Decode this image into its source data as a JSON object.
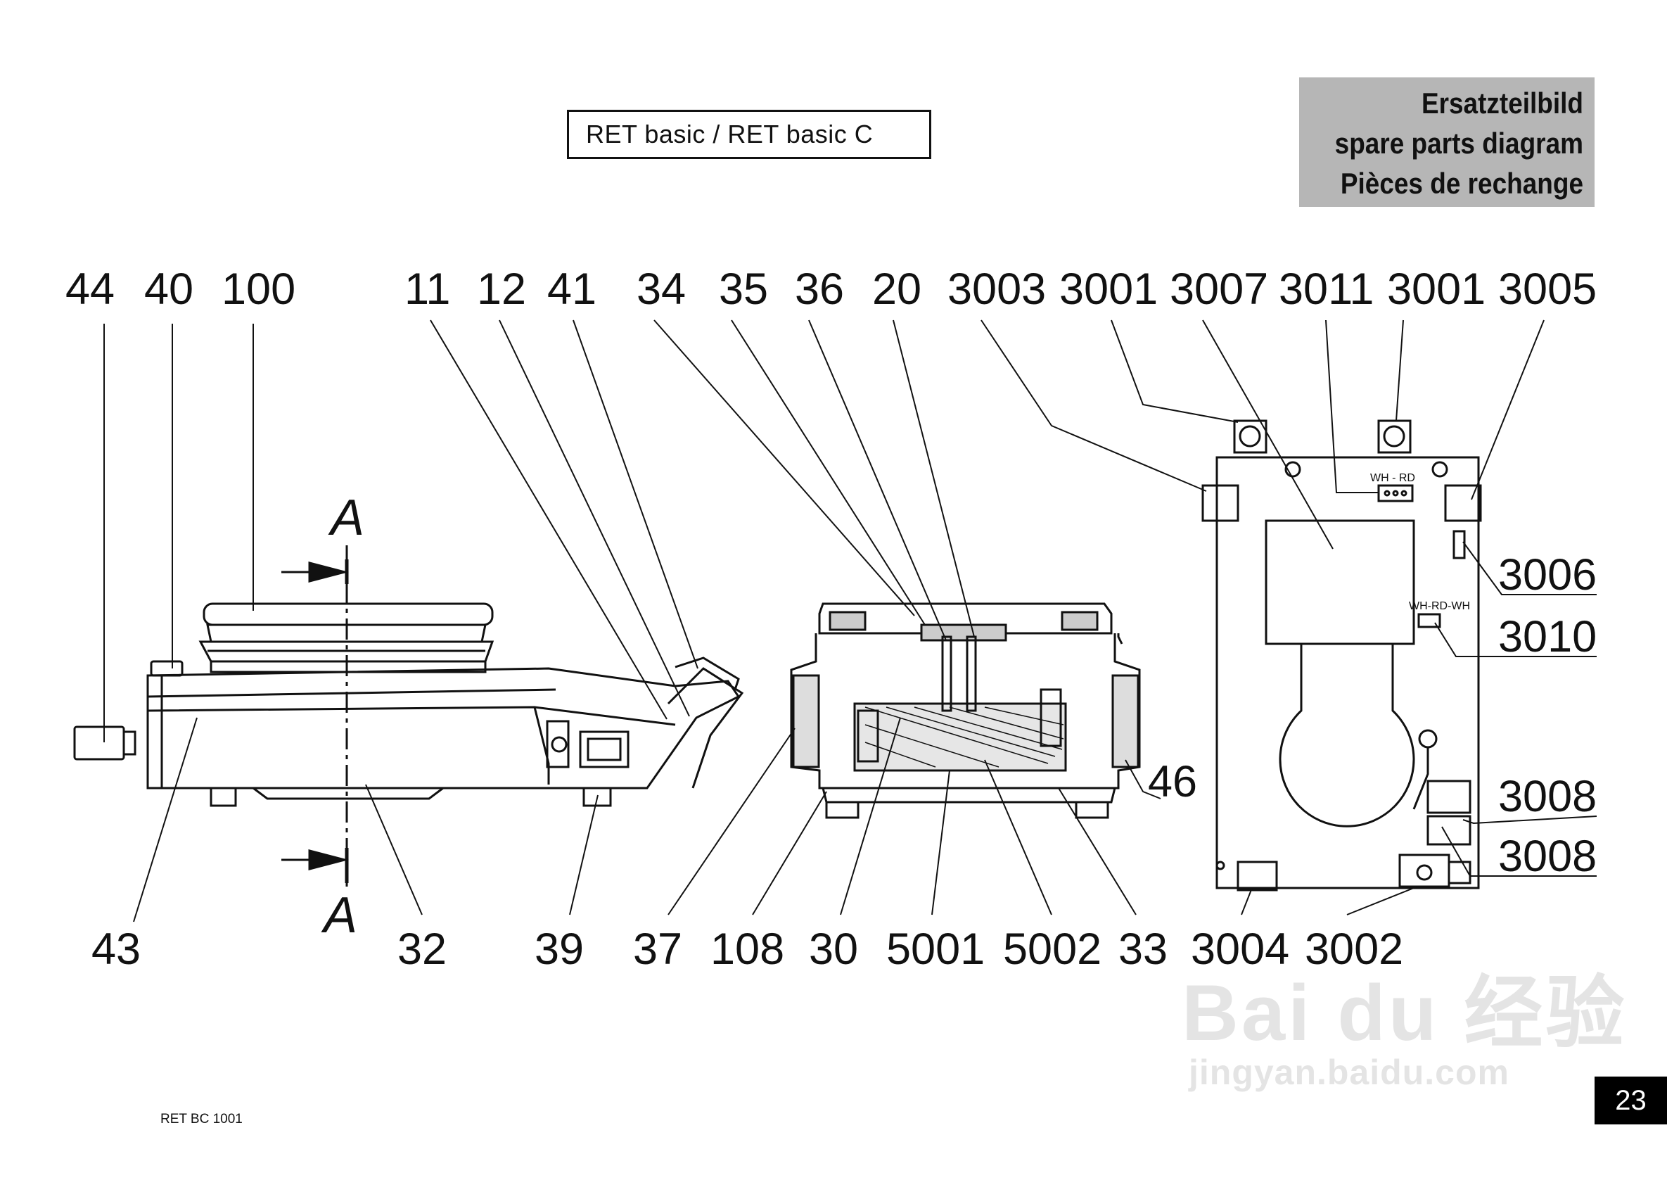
{
  "model_title": "RET basic / RET basic C",
  "header": [
    "Ersatzteilbild",
    "spare parts diagram",
    "Pièces de rechange"
  ],
  "doc_number": "RET BC 1001",
  "page_number": "23",
  "section_label": "A",
  "connector_labels": {
    "top": "WH - RD",
    "side": "WH-RD-WH"
  },
  "watermark": {
    "line1": "Bai du 经验",
    "line2": "jingyan.baidu.com"
  },
  "top_labels": [
    "44",
    "40",
    "100",
    "11",
    "12",
    "41",
    "34",
    "35",
    "36",
    "20",
    "3003",
    "3001",
    "3007",
    "3011",
    "3001",
    "3005"
  ],
  "bottom_labels": [
    "43",
    "32",
    "39",
    "37",
    "108",
    "30",
    "5001",
    "5002",
    "33",
    "3004",
    "3002"
  ],
  "right_labels": [
    "3006",
    "3010",
    "46",
    "3008",
    "3008"
  ]
}
